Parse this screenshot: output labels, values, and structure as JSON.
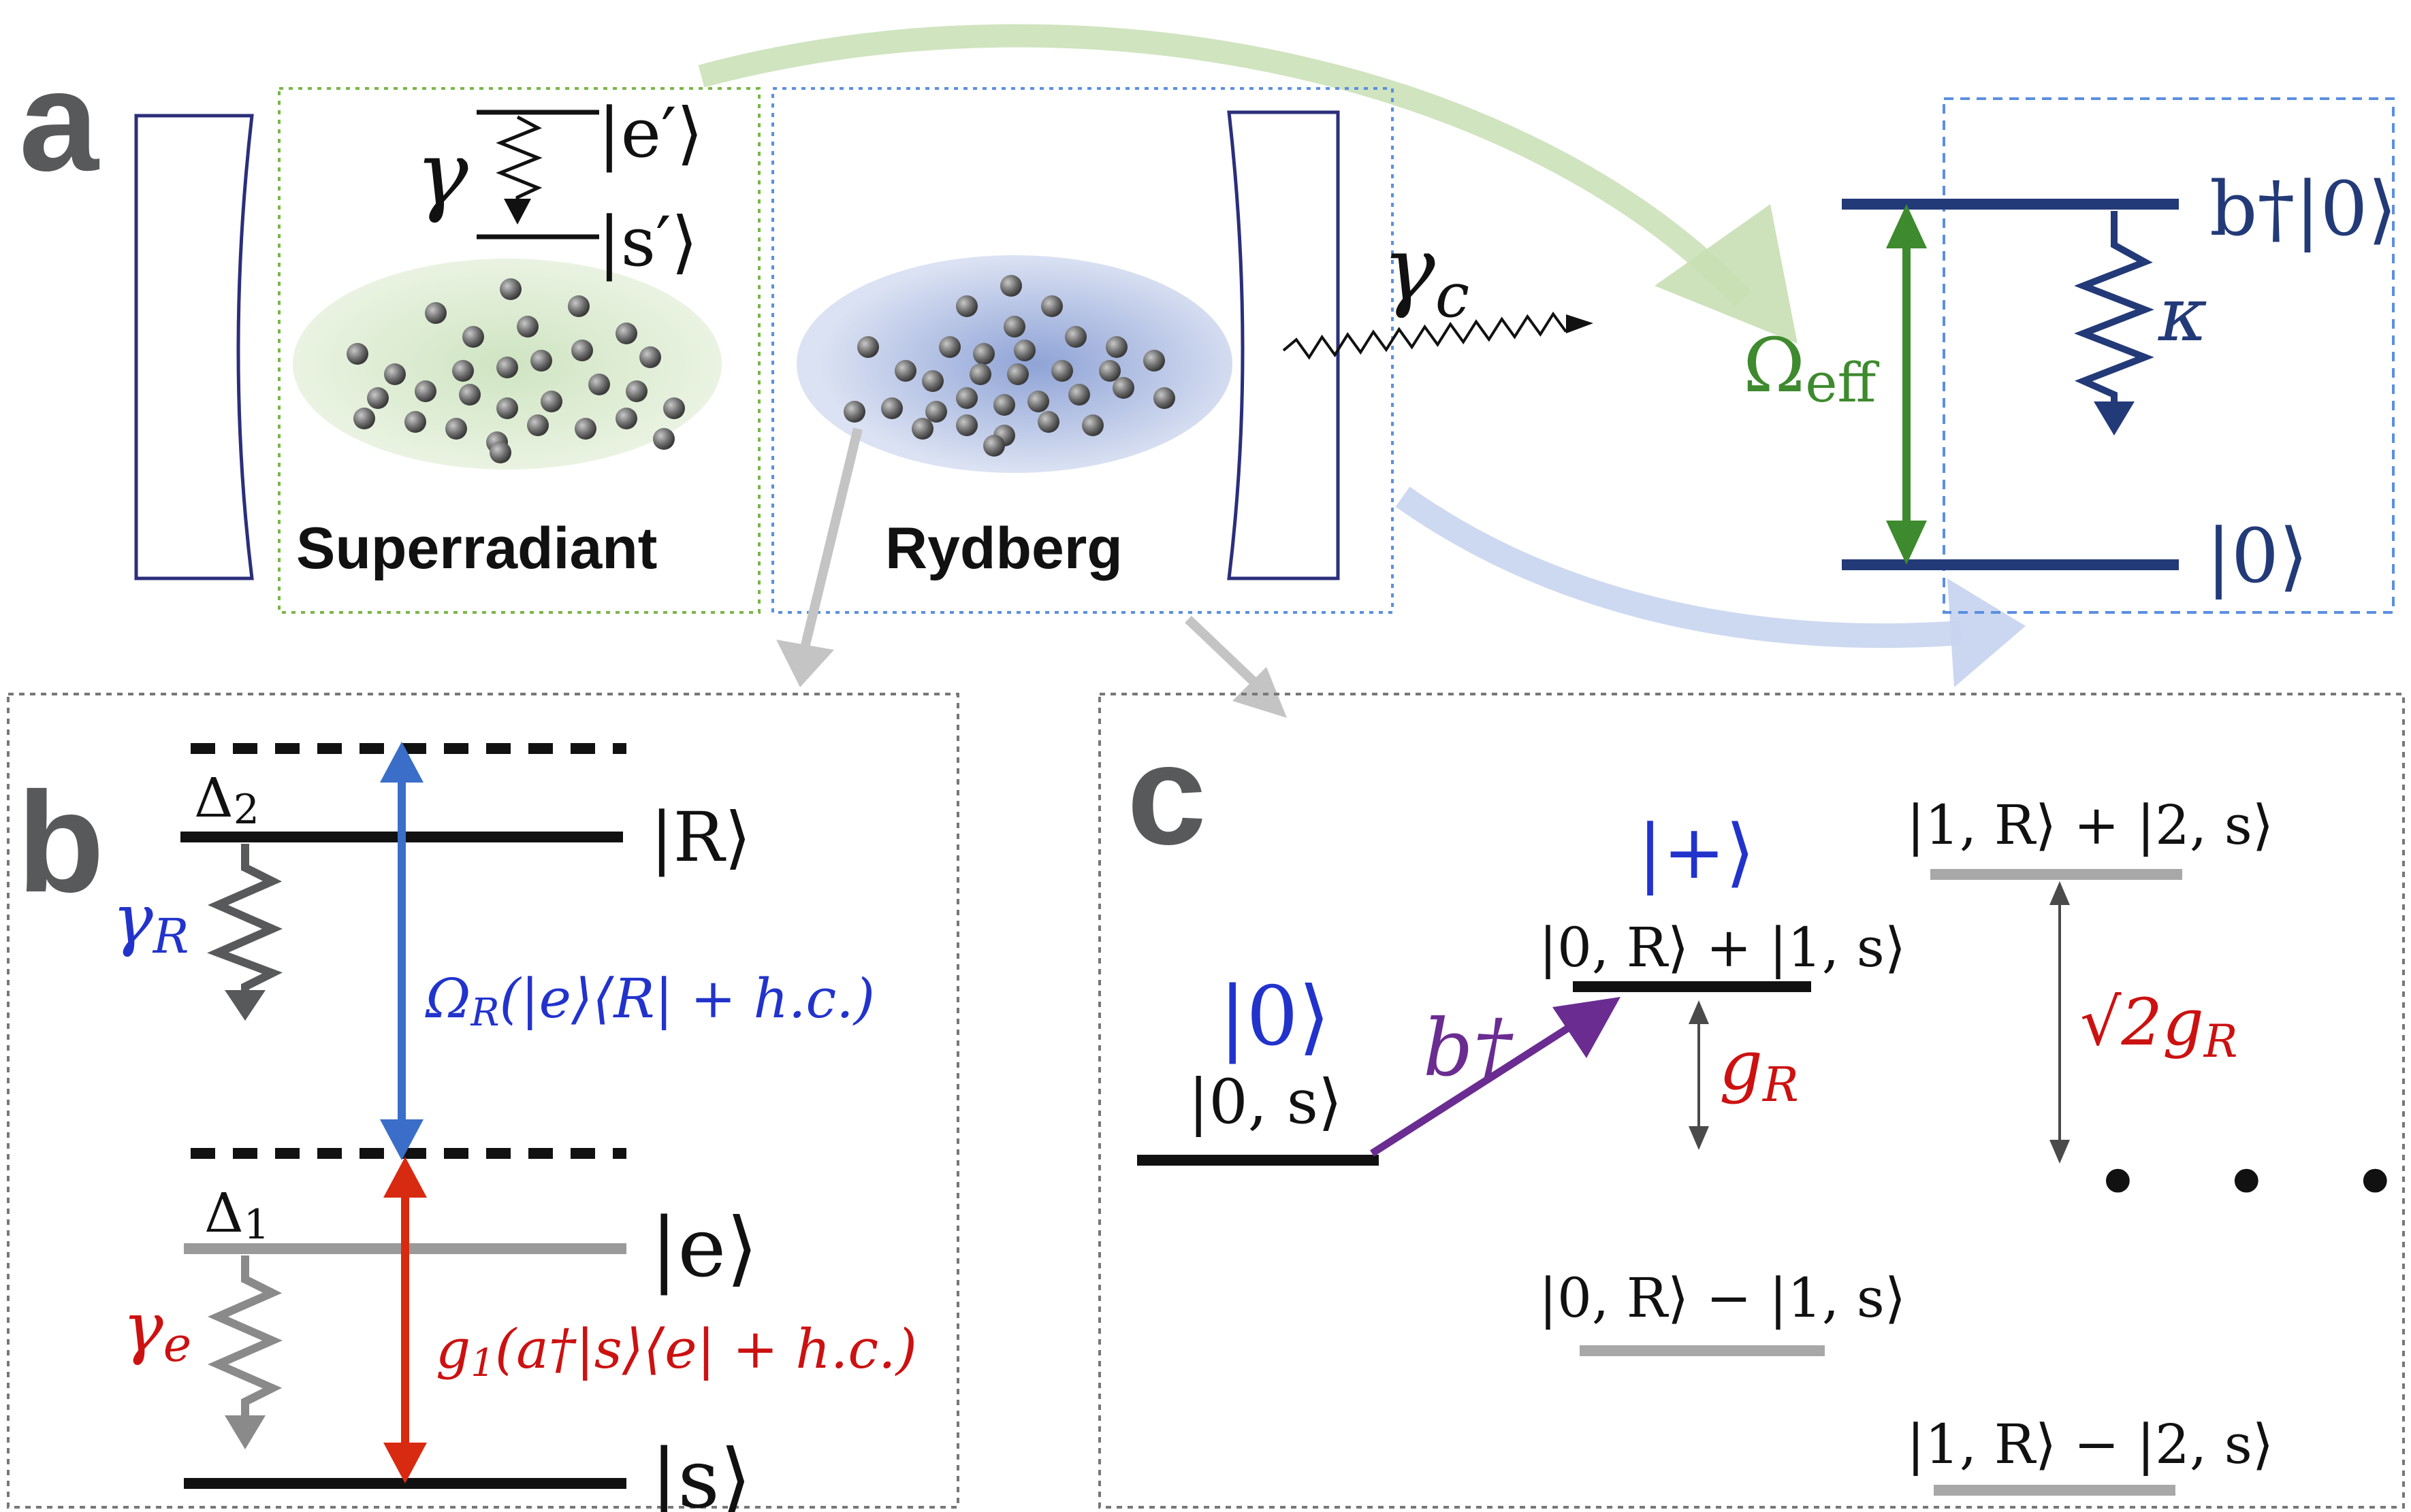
{
  "panels": {
    "a": "a",
    "b": "b",
    "c": "c"
  },
  "panel_a": {
    "superradiant_label": "Superradiant",
    "rydberg_label": "Rydberg",
    "gamma": "γ",
    "ket_e_prime": "|e′⟩",
    "ket_s_prime": "|s′⟩",
    "gamma_c_main": "γ",
    "gamma_c_sub": "c",
    "omega_eff_main": "Ω",
    "omega_eff_sub": "eff",
    "ket_b_dagger": "b†|0⟩",
    "kappa": "κ",
    "ket_0": "|0⟩"
  },
  "panel_b": {
    "delta2_main": "Δ",
    "delta2_sub": "2",
    "delta1_main": "Δ",
    "delta1_sub": "1",
    "ket_R": "|R⟩",
    "ket_e": "|e⟩",
    "ket_s": "|s⟩",
    "gamma_R_main": "γ",
    "gamma_R_sub": "R",
    "gamma_e_main": "γ",
    "gamma_e_sub": "e",
    "coupling_R": "Ω_R(|e⟩⟨R| + h.c.)",
    "coupling_R_parts": [
      "Ω",
      "R",
      "(|e⟩⟨R| + h.c.)"
    ],
    "coupling_g1_parts": [
      "g",
      "1",
      "(a†|s⟩⟨e| + h.c.)"
    ]
  },
  "panel_c": {
    "ket_0_blue": "|0⟩",
    "state_0s": "|0, s⟩",
    "b_dagger": "b†",
    "ket_plus": "|+⟩",
    "state_plus": "|0, R⟩ + |1, s⟩",
    "gR_main": "g",
    "gR_sub": "R",
    "state_minus": "|0, R⟩ − |1, s⟩",
    "state_1R_plus": "|1, R⟩ + |2, s⟩",
    "sqrt2gR_main": "√2g",
    "sqrt2gR_sub": "R",
    "state_1R_minus": "|1, R⟩ − |2, s⟩",
    "ellipsis": "• • •"
  },
  "colors": {
    "green": "#3e8a2e",
    "blue": "#2233cc",
    "red": "#cc1111",
    "navy": "#233a78",
    "purple": "#6a2c91",
    "gray": "#9a9a9a",
    "mirror": "#2b2f7a"
  }
}
